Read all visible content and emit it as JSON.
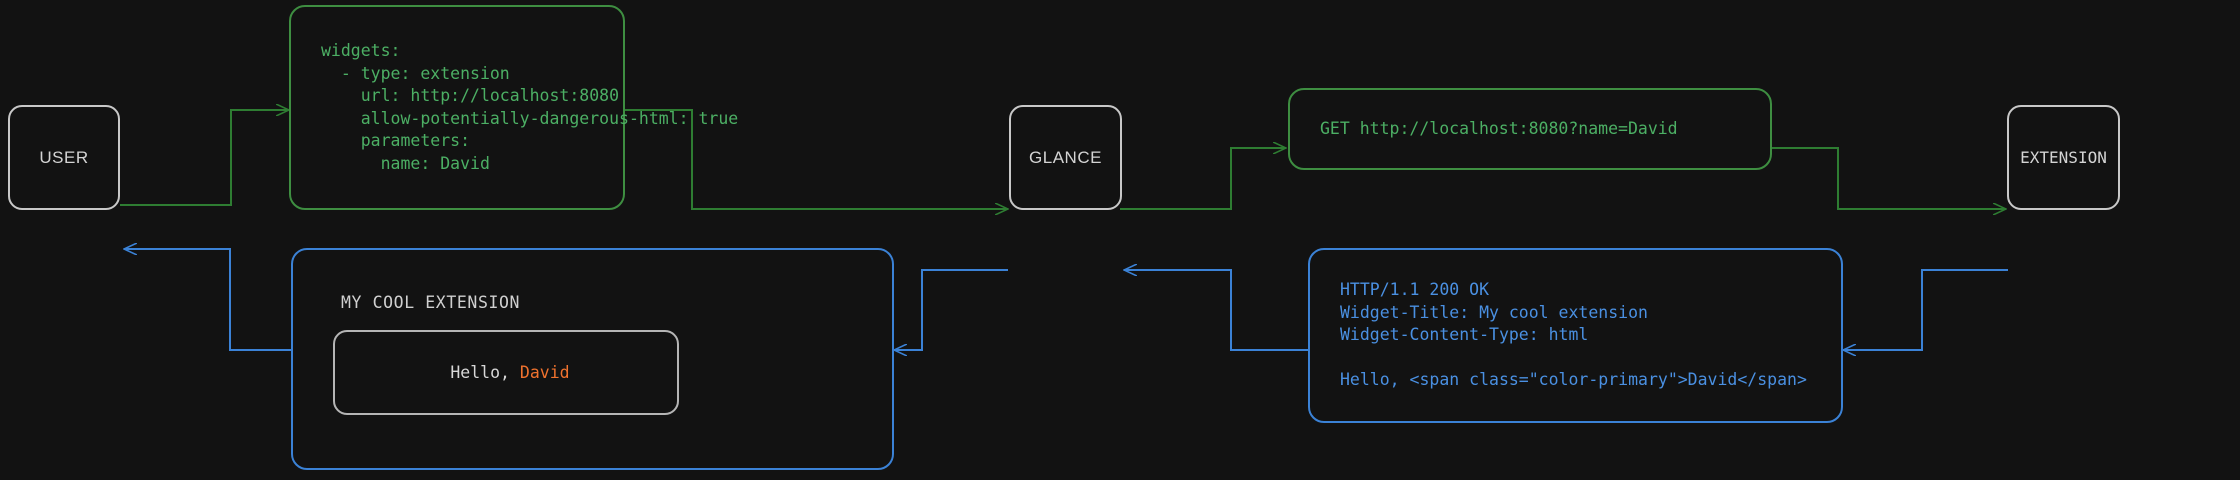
{
  "colors": {
    "background": "#121212",
    "node_border": "#c8c8c8",
    "request_green": "#3e8e41",
    "request_text_green": "#4caf64",
    "response_blue": "#3b82d6",
    "response_text_blue": "#4a90e2",
    "accent_orange": "#f0722e",
    "widget_card_border": "#b5b5b5"
  },
  "nodes": {
    "user": {
      "label": "USER"
    },
    "glance": {
      "label": "GLANCE"
    },
    "extension": {
      "label": "EXTENSION"
    }
  },
  "boxes": {
    "config_yaml": {
      "kind": "request",
      "text": "widgets:\n  - type: extension\n    url: http://localhost:8080\n    allow-potentially-dangerous-html: true\n    parameters:\n      name: David"
    },
    "http_request": {
      "kind": "request",
      "text": "GET http://localhost:8080?name=David"
    },
    "http_response": {
      "kind": "response",
      "text": "HTTP/1.1 200 OK\nWidget-Title: My cool extension\nWidget-Content-Type: html\n\nHello, <span class=\"color-primary\">David</span>"
    },
    "rendered_widget": {
      "kind": "response",
      "title": "MY COOL EXTENSION",
      "greeting_prefix": "Hello, ",
      "greeting_name": "David"
    }
  },
  "edges": [
    {
      "name": "user-to-config",
      "kind": "request"
    },
    {
      "name": "config-to-glance",
      "kind": "request"
    },
    {
      "name": "glance-to-http-request",
      "kind": "request"
    },
    {
      "name": "http-request-to-extension",
      "kind": "request"
    },
    {
      "name": "extension-to-http-response",
      "kind": "response"
    },
    {
      "name": "http-response-to-glance",
      "kind": "response"
    },
    {
      "name": "glance-to-rendered-widget",
      "kind": "response"
    },
    {
      "name": "rendered-widget-to-user",
      "kind": "response"
    }
  ]
}
